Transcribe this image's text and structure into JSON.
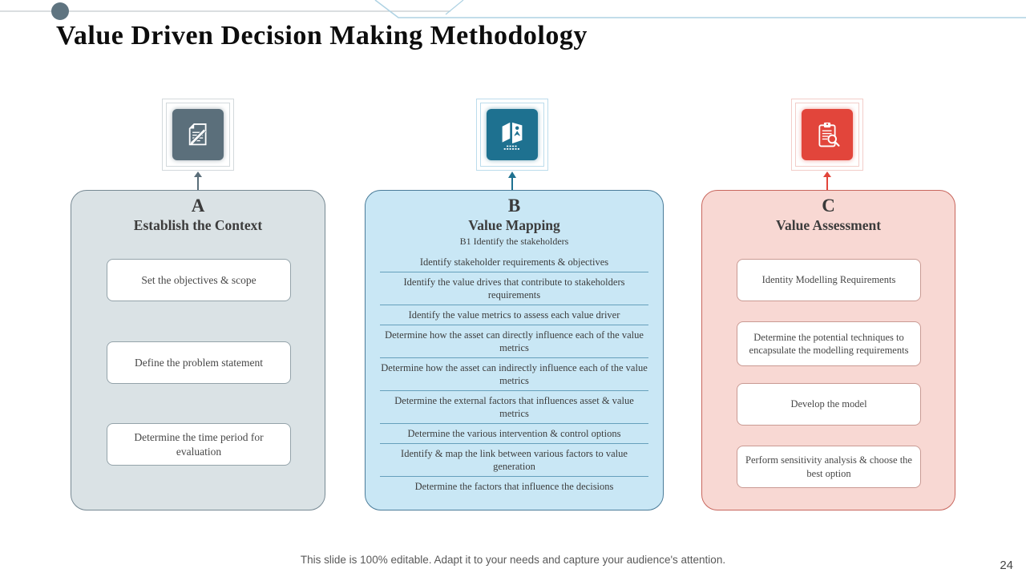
{
  "slide": {
    "title": "Value Driven Decision Making Methodology",
    "footer": "This slide is 100% editable. Adapt it to your needs and capture your audience's attention.",
    "page_number": "24"
  },
  "colors": {
    "accent_circle": "#5f7480",
    "banner_line": "#aed2e3",
    "column_a_fill": "#dae2e5",
    "column_a_border": "#778993",
    "icon_a_bg": "#5b6f7b",
    "column_b_fill": "#c9e7f5",
    "column_b_border": "#4a7c99",
    "icon_b_bg": "#1e7190",
    "column_c_fill": "#f8d8d3",
    "column_c_border": "#c8665d",
    "icon_c_bg": "#e2453b"
  },
  "columns": [
    {
      "letter": "A",
      "title": "Establish the Context",
      "icon": "document-pen-icon",
      "items": [
        "Set the objectives & scope",
        "Define the problem statement",
        "Determine the time period for evaluation"
      ]
    },
    {
      "letter": "B",
      "title": "Value Mapping",
      "subtitle": "B1 Identify the stakeholders",
      "icon": "map-person-icon",
      "items": [
        "Identify stakeholder requirements & objectives",
        "Identify the value drives that contribute to stakeholders requirements",
        "Identify the value metrics to assess each value driver",
        "Determine how the asset can directly influence each of the value metrics",
        "Determine how the asset can indirectly influence each of the value metrics",
        "Determine the external factors that influences asset & value metrics",
        "Determine the various intervention & control options",
        "Identify & map the link between various factors to value generation",
        "Determine the factors that influence the decisions"
      ]
    },
    {
      "letter": "C",
      "title": "Value Assessment",
      "icon": "clipboard-search-icon",
      "items": [
        "Identity Modelling Requirements",
        "Determine the potential techniques to encapsulate the modelling requirements",
        "Develop the model",
        "Perform sensitivity analysis & choose the best option"
      ]
    }
  ]
}
